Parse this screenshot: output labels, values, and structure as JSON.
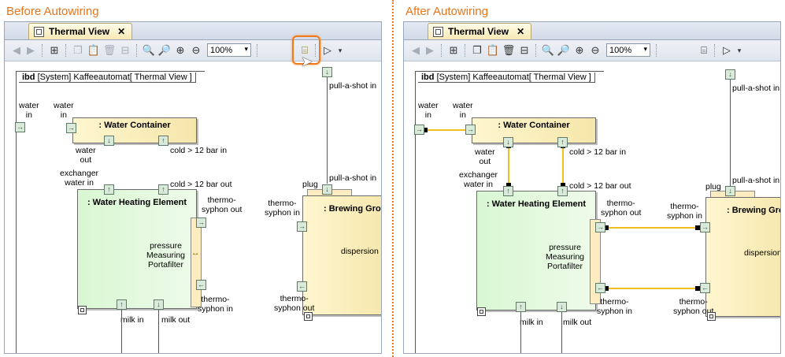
{
  "captions": {
    "before": "Before Autowiring",
    "after": "After Autowiring"
  },
  "tab": {
    "title": "Thermal View",
    "close": "✕"
  },
  "toolbar": {
    "zoom_value": "100%",
    "zoom_arrow": "▾"
  },
  "frame": {
    "kind": "ibd",
    "text": "[System] Kaffeeautomat[ Thermal View ]"
  },
  "labels": {
    "water_in_frame": "water\nin",
    "water_in_block": "water\nin",
    "water_container": ": Water Container",
    "water_out": "water\nout",
    "cold_in": "cold > 12 bar in",
    "exchanger_water_in": "exchanger\nwater in",
    "cold_out": "cold > 12 bar out",
    "water_heating_element": ": Water Heating Element",
    "thermo_syphon_out": "thermo-\nsyphon out",
    "pressure_measuring": "pressure\nMeasuring\nPortafilter",
    "thermo_syphon_in": "thermo-\nsyphon in",
    "milk_in": "milk in",
    "milk_out": "milk out",
    "pull_a_shot_in_top": "pull-a-shot in",
    "pull_a_shot_in": "pull-a-shot in",
    "plug": "plug",
    "thermo_syphon_in_right": "thermo-\nsyphon in",
    "brewing_group": ": Brewing Gro",
    "dispersion": "dispersion",
    "thermo_syphon_out_right": "thermo-\nsyphon out"
  },
  "colors": {
    "accent": "#f07a1b",
    "wire": "#f0c020",
    "port": "#d9eadb"
  }
}
